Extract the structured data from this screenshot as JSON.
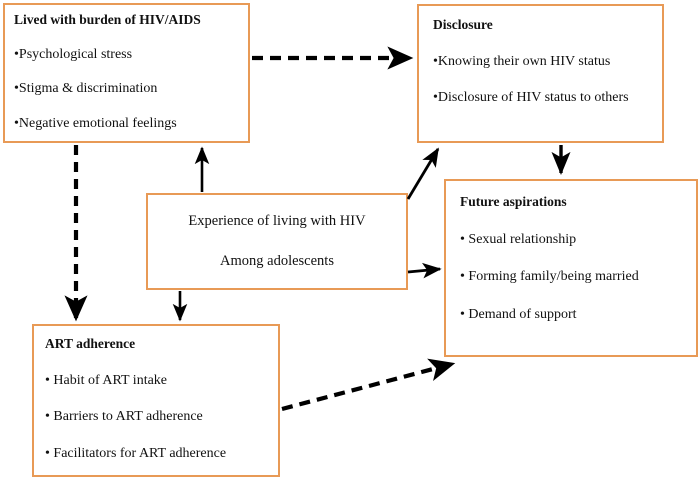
{
  "diagram": {
    "title_hidden": "Experience of living with HIV among adolescents - conceptual framework",
    "colors": {
      "box_border": "#e89a56",
      "box_fill": "#ffffff",
      "arrow": "#000000",
      "text": "#111111"
    },
    "boxes": [
      {
        "id": "lived",
        "title": "Lived with burden of HIV/AIDS",
        "bullets": [
          "•Psychological stress",
          "•Stigma & discrimination",
          "•Negative emotional feelings"
        ]
      },
      {
        "id": "disclosure",
        "title": "Disclosure",
        "bullets": [
          "•Knowing their own HIV status",
          "•Disclosure of HIV status to others"
        ]
      },
      {
        "id": "future",
        "title": "Future aspirations",
        "bullets": [
          "• Sexual relationship",
          "• Forming family/being married",
          "• Demand of support"
        ]
      },
      {
        "id": "art",
        "title": "ART adherence",
        "bullets": [
          "• Habit of ART intake",
          "• Barriers to ART adherence",
          "• Facilitators for ART adherence"
        ]
      }
    ],
    "center": {
      "line1": "Experience of living with HIV",
      "line2": "Among adolescents"
    },
    "connectors": [
      {
        "id": "lived-to-disclosure",
        "style": "dashed",
        "from": "lived",
        "to": "disclosure"
      },
      {
        "id": "lived-to-art",
        "style": "dashed",
        "from": "lived",
        "to": "art"
      },
      {
        "id": "art-to-future",
        "style": "dashed",
        "from": "art",
        "to": "future"
      },
      {
        "id": "disclosure-to-future",
        "style": "solid",
        "from": "disclosure",
        "to": "future"
      },
      {
        "id": "center-to-lived",
        "style": "solid",
        "from": "center",
        "to": "lived"
      },
      {
        "id": "center-to-disclosure",
        "style": "solid",
        "from": "center",
        "to": "disclosure"
      },
      {
        "id": "center-to-future",
        "style": "solid",
        "from": "center",
        "to": "future"
      },
      {
        "id": "center-to-art",
        "style": "solid",
        "from": "center",
        "to": "art"
      }
    ]
  }
}
